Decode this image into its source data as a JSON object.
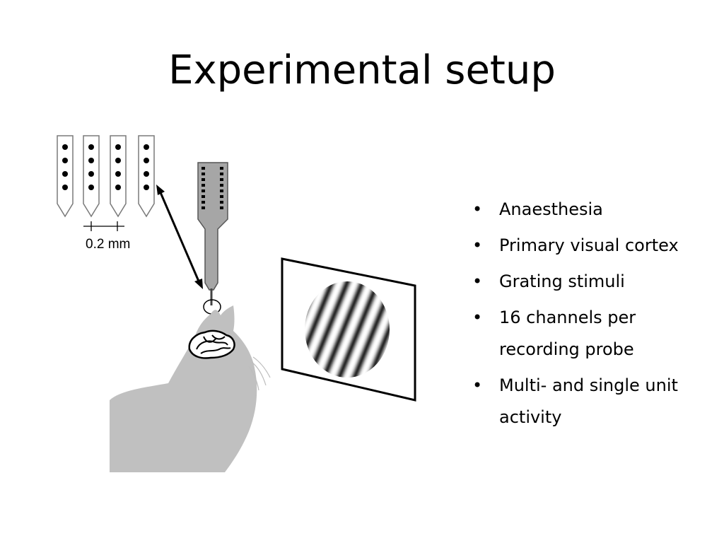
{
  "slide": {
    "title": "Experimental setup"
  },
  "figure": {
    "scale_bar_label": "0.2 mm",
    "shank_count": 4,
    "sites_per_shank": 4,
    "probe_channels_shown": 16,
    "colors": {
      "cat": "#c0c0c0",
      "probe": "#a6a6a6",
      "ink": "#000000"
    },
    "icons": [
      "multi-shank-probe-closeup",
      "recording-probe",
      "cat-silhouette",
      "brain-outline",
      "grating-stimulus-screen"
    ]
  },
  "bullets": [
    {
      "marker": "•",
      "lines": [
        "Anaesthesia"
      ]
    },
    {
      "marker": "•",
      "lines": [
        "Primary visual cortex"
      ]
    },
    {
      "marker": "•",
      "lines": [
        "Grating stimuli"
      ]
    },
    {
      "marker": "•",
      "lines": [
        "16 channels per",
        "recording probe"
      ]
    },
    {
      "marker": "•",
      "lines": [
        "Multi- and single unit",
        "activity"
      ]
    }
  ]
}
